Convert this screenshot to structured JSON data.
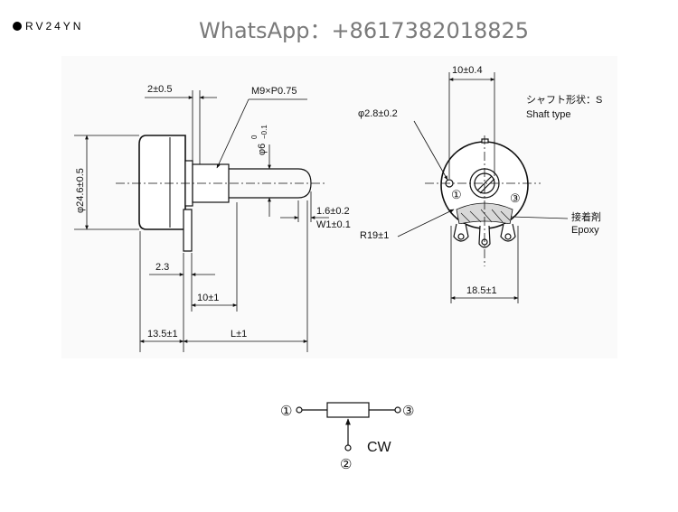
{
  "model": "RV24YN",
  "contact": "WhatsApp：+8617382018825",
  "side_view": {
    "dim_2": "2±0.5",
    "thread": "M9×P0.75",
    "body_dia": "φ24.6±0.5",
    "shaft_dia": "φ6",
    "shaft_tol_upper": "0",
    "shaft_tol_lower": "−0.1",
    "slot_depth": "1.6±0.2",
    "slot_width": "W1±0.1",
    "dim_2_3": "2.3",
    "dim_10": "10±1",
    "dim_13_5": "13.5±1",
    "dim_L": "L±1"
  },
  "front_view": {
    "dim_10_4": "10±0.4",
    "hole_dia": "φ2.8±0.2",
    "shaft_type_jp": "シャフト形状：S",
    "shaft_type_en": "Shaft type",
    "epoxy_jp": "接着剤",
    "epoxy_en": "Epoxy",
    "radius": "R19±1",
    "dim_18_5": "18.5±1",
    "terminal_1": "①",
    "terminal_3": "③"
  },
  "schematic": {
    "terminal_1": "①",
    "terminal_2": "②",
    "terminal_3": "③",
    "direction": "CW"
  }
}
